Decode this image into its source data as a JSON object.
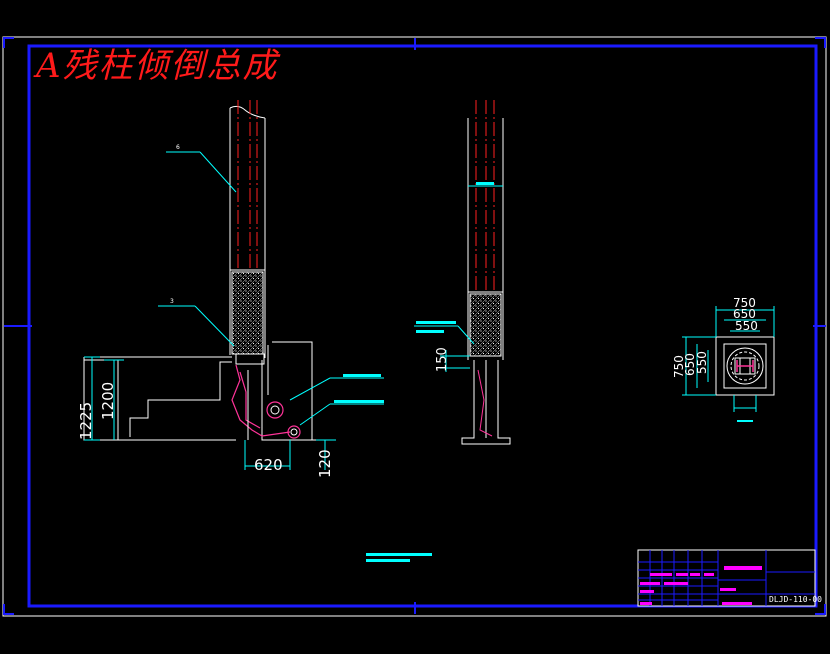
{
  "title": "A残柱倾倒总成",
  "colors": {
    "frame": "#1a1aff",
    "outline": "#ffffff",
    "center_line": "#ff2020",
    "dimension": "#00ffff",
    "hatch": "#ffffff",
    "title_text": "#ff1a1a",
    "table_magenta": "#ff00ff"
  },
  "side_view": {
    "dimensions": {
      "height_total": "1225",
      "height_step": "1200",
      "width_base": "620",
      "depth": "120"
    }
  },
  "plan_view": {
    "dimensions": {
      "outer_w": "750",
      "mid_w": "650",
      "inner_w": "550",
      "outer_h": "750",
      "mid_h": "650",
      "inner_h": "550"
    }
  },
  "title_block": {
    "drawing_no": "DLJD-110-00"
  }
}
